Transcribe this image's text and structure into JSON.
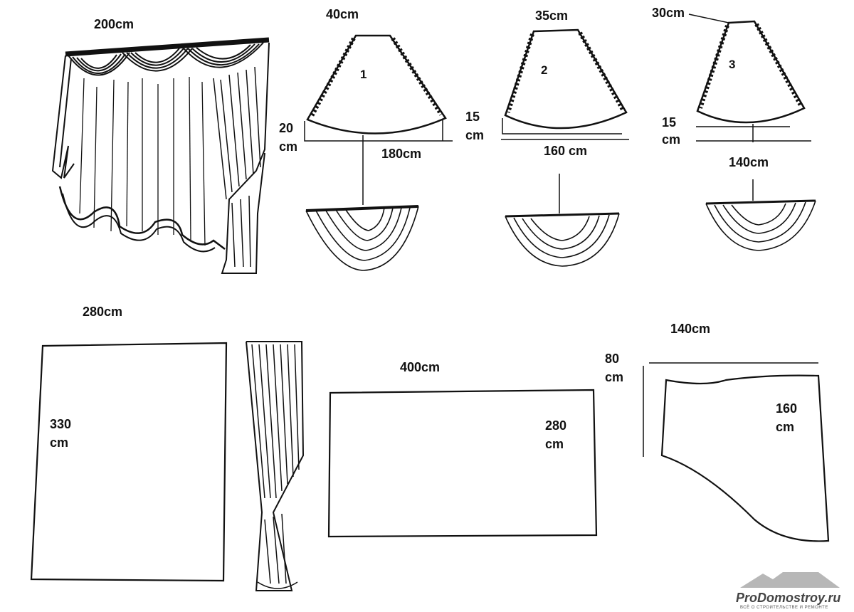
{
  "curtain": {
    "width": "200cm"
  },
  "swags": [
    {
      "number": "1",
      "top": "40cm",
      "bottom": "180cm",
      "depth_line1": "20",
      "depth_line2": "cm"
    },
    {
      "number": "2",
      "top": "35cm",
      "bottom": "160 cm",
      "depth_line1": "15",
      "depth_line2": "cm"
    },
    {
      "number": "3",
      "top": "30cm",
      "bottom": "140cm",
      "depth_line1": "15",
      "depth_line2": "cm"
    }
  ],
  "panel_main": {
    "width": "280cm",
    "height_line1": "330",
    "height_line2": "cm"
  },
  "panel_wide": {
    "width": "400cm",
    "height_line1": "280",
    "height_line2": "cm"
  },
  "panel_tail": {
    "width": "140cm",
    "short_line1": "80",
    "short_line2": "cm",
    "long_line1": "160",
    "long_line2": "cm"
  },
  "watermark": {
    "site": "ProDomostroy.ru",
    "tagline": "ВСЁ О СТРОИТЕЛЬСТВЕ И РЕМОНТЕ"
  }
}
